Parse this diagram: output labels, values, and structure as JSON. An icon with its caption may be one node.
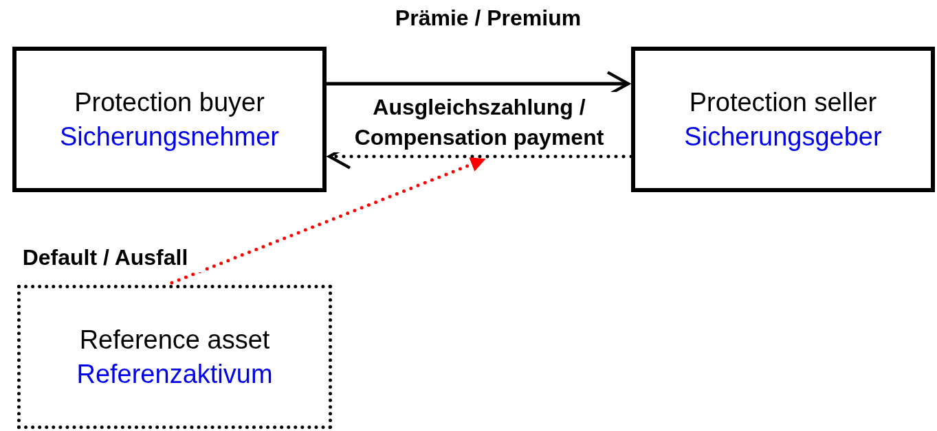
{
  "diagram": {
    "nodes": [
      {
        "text": [
          "Protection buyer",
          "Sicherungsnehmer"
        ]
      },
      {
        "text": [
          "Protection seller",
          "Sicherungsgeber"
        ]
      },
      {
        "text": [
          "Reference asset",
          "Referenzaktivum"
        ]
      }
    ],
    "edges": [
      {
        "from": 0,
        "to": 1,
        "arrow": "to",
        "label": "Prämie / Premium"
      },
      {
        "from": 1,
        "to": 0,
        "arrow": "to",
        "style": "dashed",
        "label": "Ausgleichszahlung / Compensation payment"
      },
      {
        "from": 2,
        "to": null,
        "arrow": "to",
        "style": "dashed",
        "color": "#ff0000",
        "label": "Default / Ausfall"
      }
    ]
  }
}
